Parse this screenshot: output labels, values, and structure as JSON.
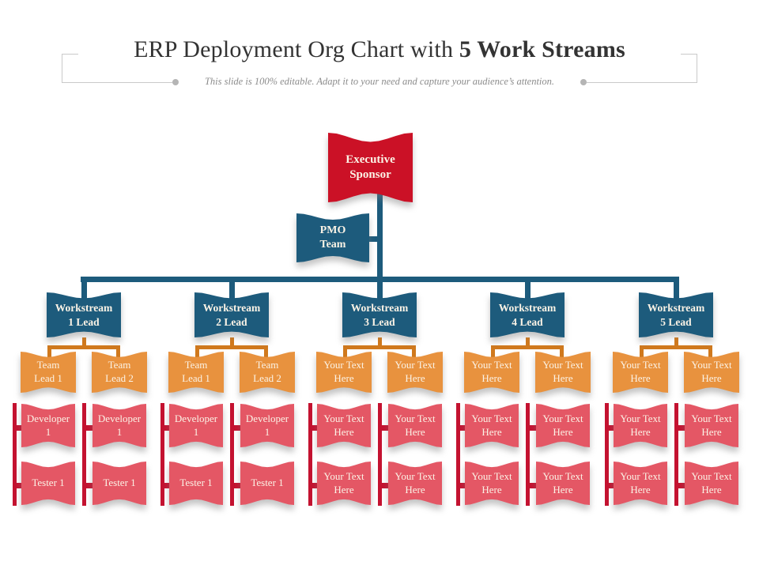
{
  "slide": {
    "title_regular": "ERP Deployment Org Chart with ",
    "title_bold": "5 Work Streams",
    "subtitle": "This slide is 100% editable. Adapt it to your need and capture your audience’s attention."
  },
  "org": {
    "executive": "Executive\nSponsor",
    "pmo": "PMO\nTeam",
    "workstreams": [
      {
        "lead": "Workstream\n1 Lead",
        "teams": [
          {
            "head": "Team\nLead 1",
            "members": [
              "Developer\n1",
              "Tester 1"
            ]
          },
          {
            "head": "Team\nLead 2",
            "members": [
              "Developer\n1",
              "Tester 1"
            ]
          }
        ]
      },
      {
        "lead": "Workstream\n2 Lead",
        "teams": [
          {
            "head": "Team\nLead 1",
            "members": [
              "Developer\n1",
              "Tester 1"
            ]
          },
          {
            "head": "Team\nLead 2",
            "members": [
              "Developer\n1",
              "Tester 1"
            ]
          }
        ]
      },
      {
        "lead": "Workstream\n3 Lead",
        "teams": [
          {
            "head": "Your Text\nHere",
            "members": [
              "Your Text\nHere",
              "Your Text\nHere"
            ]
          },
          {
            "head": "Your Text\nHere",
            "members": [
              "Your Text\nHere",
              "Your Text\nHere"
            ]
          }
        ]
      },
      {
        "lead": "Workstream\n4 Lead",
        "teams": [
          {
            "head": "Your Text\nHere",
            "members": [
              "Your Text\nHere",
              "Your Text\nHere"
            ]
          },
          {
            "head": "Your Text\nHere",
            "members": [
              "Your Text\nHere",
              "Your Text\nHere"
            ]
          }
        ]
      },
      {
        "lead": "Workstream\n5 Lead",
        "teams": [
          {
            "head": "Your Text\nHere",
            "members": [
              "Your Text\nHere",
              "Your Text\nHere"
            ]
          },
          {
            "head": "Your Text\nHere",
            "members": [
              "Your Text\nHere",
              "Your Text\nHere"
            ]
          }
        ]
      }
    ]
  },
  "colors": {
    "exec_red": "#cb1126",
    "connector_red": "#c41230",
    "teal": "#1d5b7c",
    "orange": "#e8923e",
    "orange_connector": "#d0791d",
    "pink": "#e45765",
    "title_text": "#333333",
    "subtitle_text": "#8c8c8c",
    "bracket_line": "#c9c9c9",
    "bracket_dot": "#b5b5b5",
    "node_text": "#fbf3e6"
  }
}
